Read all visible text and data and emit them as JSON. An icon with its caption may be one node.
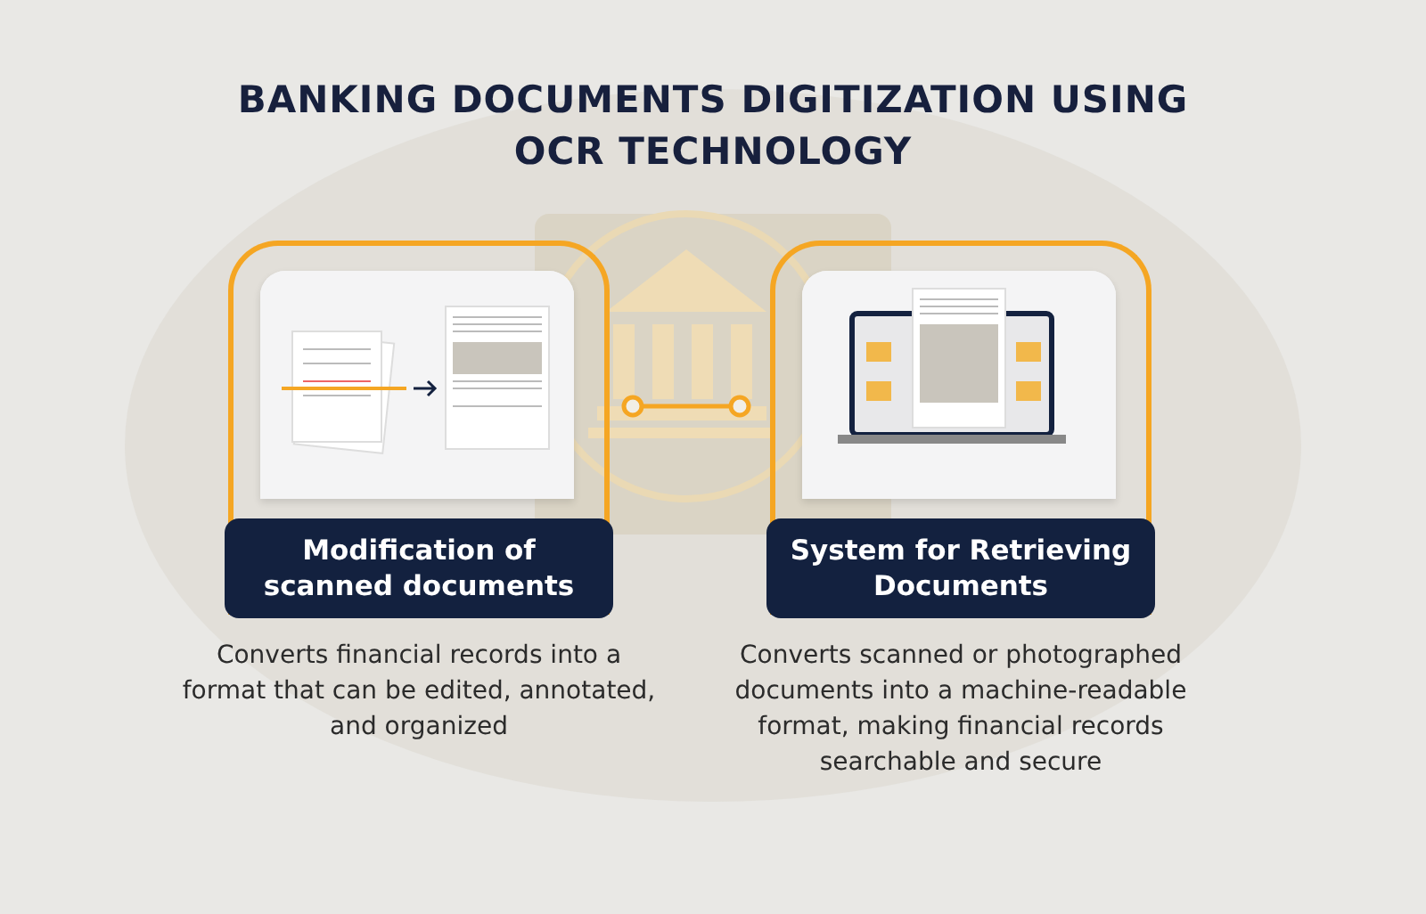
{
  "diagram": {
    "title": "BANKING DOCUMENTS DIGITIZATION USING OCR TECHNOLOGY",
    "nodes": [
      {
        "text": [
          "Modification of scanned documents"
        ],
        "beside": [
          "Converts financial records into a format that can be edited, annotated, and organized"
        ]
      },
      {
        "text": [
          "System for Retrieving Documents"
        ],
        "beside": [
          "Converts scanned or photographed documents into a machine-readable format, making financial records searchable and secure"
        ]
      }
    ]
  }
}
